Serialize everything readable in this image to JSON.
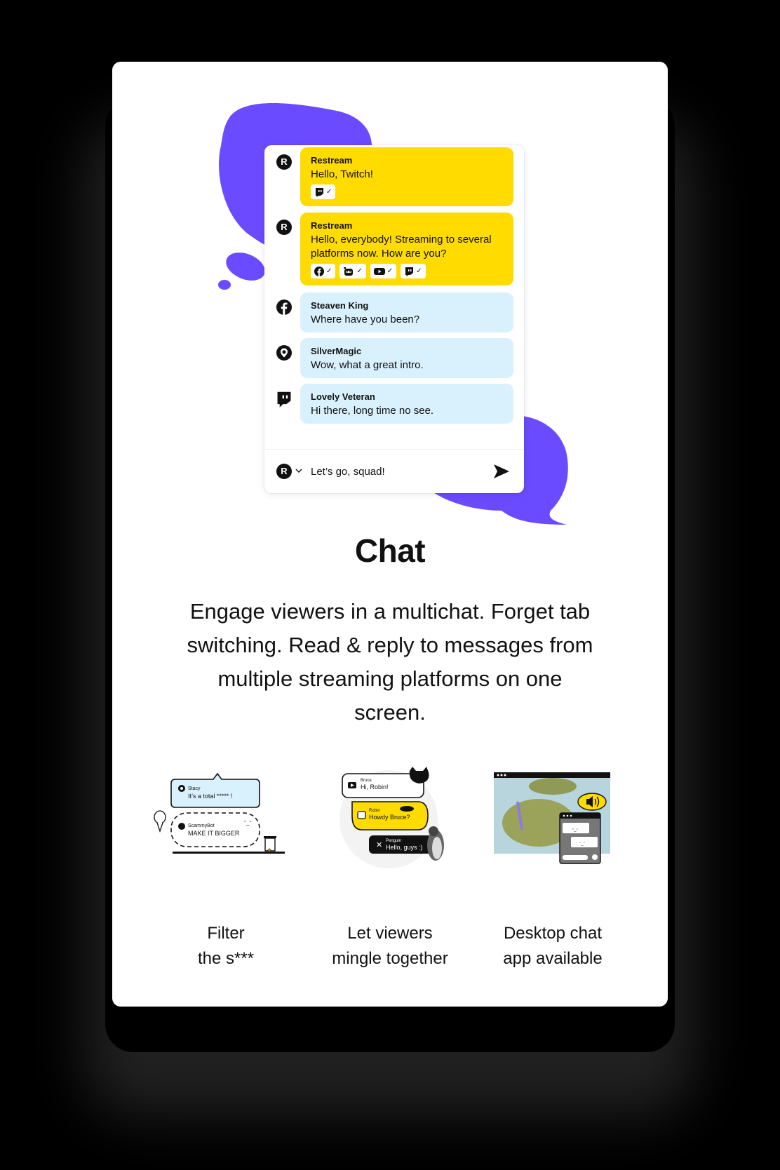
{
  "colors": {
    "background": "#000000",
    "card": "#FFFFFF",
    "accent_purple": "#6B4BFF",
    "own_bubble": "#FFDB00",
    "viewer_bubble": "#D9F1FD",
    "text": "#111111"
  },
  "chat": {
    "messages": [
      {
        "avatar_icon": "restream-r-icon",
        "avatar_letter": "R",
        "author": "Restream",
        "text": "Hello, Twitch!",
        "type": "own",
        "delivered_to": [
          "twitch-icon"
        ]
      },
      {
        "avatar_icon": "restream-r-icon",
        "avatar_letter": "R",
        "author": "Restream",
        "text": "Hello, everybody!  Streaming to several platforms now. How are you?",
        "type": "own",
        "delivered_to": [
          "facebook-icon",
          "robot-icon",
          "youtube-icon",
          "twitch-icon"
        ]
      },
      {
        "avatar_icon": "facebook-icon",
        "author": "Steaven King",
        "text": "Where have you been?",
        "type": "viewer"
      },
      {
        "avatar_icon": "periscope-icon",
        "author": "SilverMagic",
        "text": "Wow, what a great intro.",
        "type": "viewer"
      },
      {
        "avatar_icon": "twitch-icon",
        "author": "Lovely Veteran",
        "text": "Hi there, long time no see.",
        "type": "viewer"
      }
    ],
    "badge_check": "✓",
    "composer": {
      "avatar_letter": "R",
      "value": "Let’s go, squad!",
      "send_icon": "send-arrow-icon"
    }
  },
  "title": "Chat",
  "description": "Engage viewers in a multichat. Forget tab switching. Read & reply to messages from multiple streaming platforms on one screen.",
  "features": [
    {
      "caption_line1": "Filter",
      "caption_line2": "the s***",
      "illustration": {
        "msg1_author": "Stacy",
        "msg1_text": "It’s a total ***** !",
        "msg2_author": "ScammyBot",
        "msg2_text": "MAKE IT BIGGER"
      }
    },
    {
      "caption_line1": "Let viewers",
      "caption_line2": "mingle together",
      "illustration": {
        "msg1_author": "Bruce",
        "msg1_text": "Hi, Robin!",
        "msg2_author": "Robin",
        "msg2_text": "Howdy Bruce?",
        "msg3_author": "Penguin",
        "msg3_text": "Hello, guys :)"
      }
    },
    {
      "caption_line1": "Desktop chat",
      "caption_line2": "app available",
      "illustration": {
        "window_dots": "•••",
        "speaker_icon": "speaker-icon"
      }
    }
  ]
}
